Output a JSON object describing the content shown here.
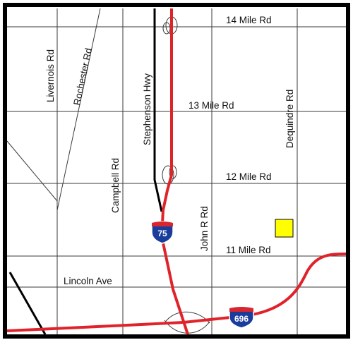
{
  "colors": {
    "frame": "#000000",
    "road": "#3a3a3a",
    "freeway": "#e0232b",
    "shield_blue": "#1a3d9c",
    "shield_red": "#d8262e",
    "marker": "#ffff00"
  },
  "roads": {
    "mile14": "14 Mile Rd",
    "mile13": "13 Mile Rd",
    "mile12": "12 Mile Rd",
    "mile11": "11 Mile Rd",
    "lincoln": "Lincoln Ave",
    "livernois": "Livernois Rd",
    "rochester": "Rochester Rd",
    "campbell": "Campbell Rd",
    "stephenson": "Stephenson Hwy",
    "johnr": "John R Rd",
    "dequindre": "Dequindre  Rd"
  },
  "shields": {
    "i75": "75",
    "i696": "696"
  },
  "marker": {
    "icon": "location-marker-icon"
  }
}
